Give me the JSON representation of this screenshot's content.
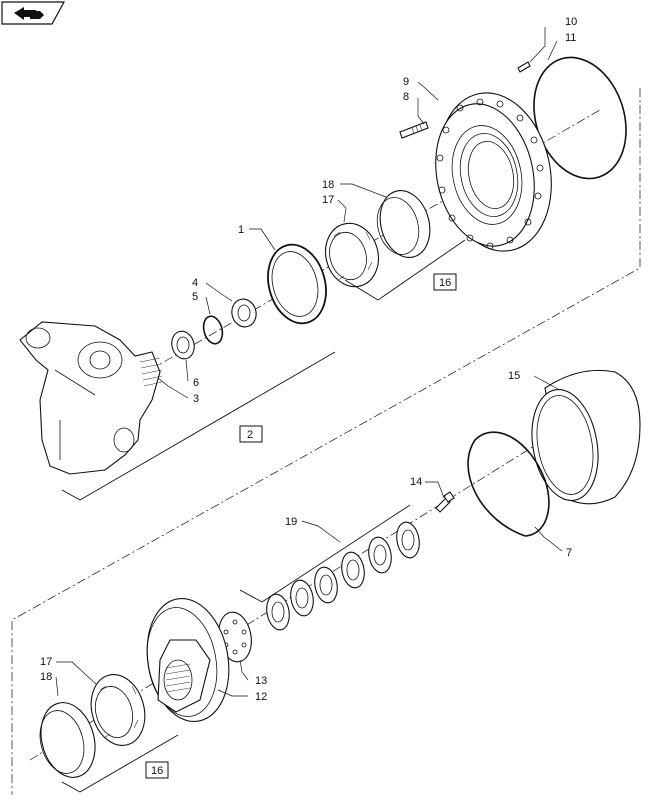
{
  "diagram": {
    "nav_icon": "previous-page-icon",
    "callouts": [
      {
        "id": "c1",
        "label": "1"
      },
      {
        "id": "c2",
        "label": "2"
      },
      {
        "id": "c3",
        "label": "3"
      },
      {
        "id": "c4",
        "label": "4"
      },
      {
        "id": "c5",
        "label": "5"
      },
      {
        "id": "c6",
        "label": "6"
      },
      {
        "id": "c7",
        "label": "7"
      },
      {
        "id": "c8",
        "label": "8"
      },
      {
        "id": "c9",
        "label": "9"
      },
      {
        "id": "c10",
        "label": "10"
      },
      {
        "id": "c11",
        "label": "11"
      },
      {
        "id": "c12",
        "label": "12"
      },
      {
        "id": "c13",
        "label": "13"
      },
      {
        "id": "c14",
        "label": "14"
      },
      {
        "id": "c15",
        "label": "15"
      },
      {
        "id": "c16a",
        "label": "16"
      },
      {
        "id": "c16b",
        "label": "16"
      },
      {
        "id": "c17a",
        "label": "17"
      },
      {
        "id": "c17b",
        "label": "17"
      },
      {
        "id": "c18a",
        "label": "18"
      },
      {
        "id": "c18b",
        "label": "18"
      },
      {
        "id": "c19",
        "label": "19"
      }
    ]
  }
}
